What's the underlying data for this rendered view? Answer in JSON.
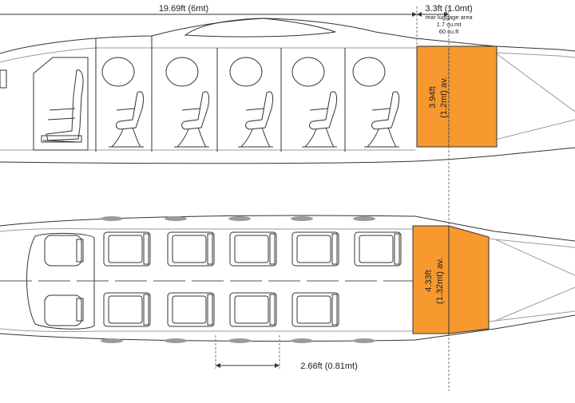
{
  "dimensions": {
    "cabin_length": "19.69ft (6mt)",
    "luggage_length": "3.3ft (1.0mt)",
    "luggage_area_label": "rear luggage area",
    "luggage_volume_metric": "1.7 cu.mt",
    "luggage_volume_imperial": "60 cu.ft",
    "luggage_height": "3.94ft",
    "luggage_height_metric": "(1.2mt) av.",
    "luggage_width": "4.33ft",
    "luggage_width_metric": "(1.32mt) av.",
    "seat_pitch": "2.66ft (0.81mt)"
  },
  "colors": {
    "luggage_fill": "#f7992f",
    "line": "#333333",
    "light_line": "#9a9a9a"
  }
}
